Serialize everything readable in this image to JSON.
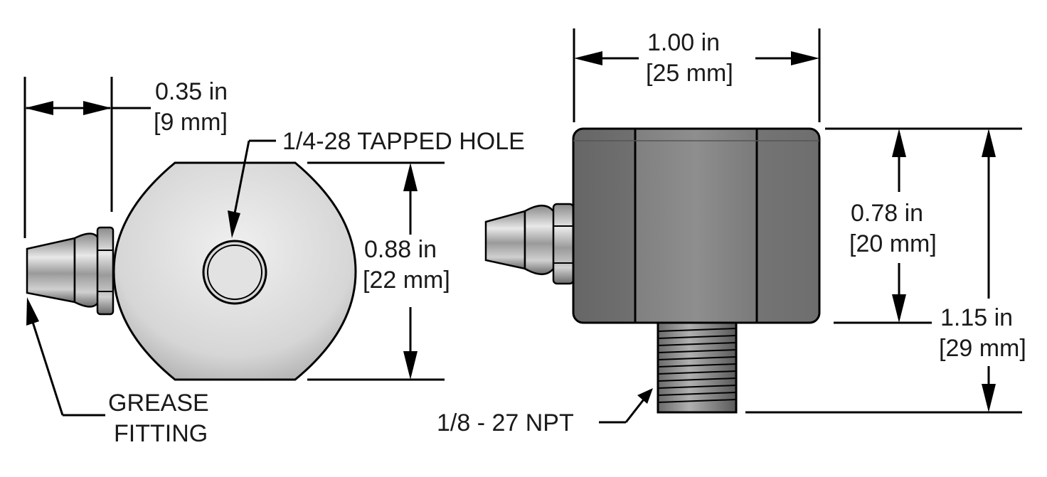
{
  "dimensions": {
    "fitting_offset": {
      "in": "0.35 in",
      "mm": "[9 mm]"
    },
    "side_diameter": {
      "in": "0.88 in",
      "mm": "[22 mm]"
    },
    "width": {
      "in": "1.00 in",
      "mm": "[25 mm]"
    },
    "body_height": {
      "in": "0.78 in",
      "mm": "[20 mm]"
    },
    "overall_height": {
      "in": "1.15 in",
      "mm": "[29 mm]"
    }
  },
  "callouts": {
    "tapped_hole": "1/4-28 TAPPED HOLE",
    "grease_fitting_line1": "GREASE",
    "grease_fitting_line2": "FITTING",
    "npt_thread": "1/8 - 27 NPT"
  },
  "colors": {
    "body_top": "#ececec",
    "body_shade": "#a9a9a9",
    "block_dark": "#5e5e5e",
    "block_mid": "#7d7d7d",
    "line": "#000000"
  }
}
